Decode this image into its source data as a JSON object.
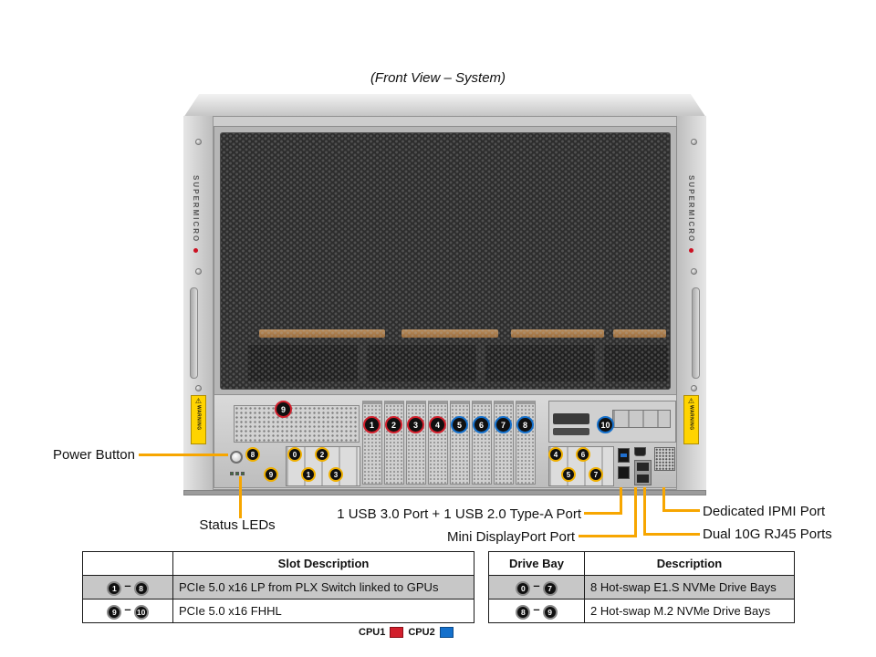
{
  "title": "(Front View – System)",
  "chassis": {
    "brand": "SUPERMICRO",
    "warning": "WARNING",
    "warning_icon": "⚠"
  },
  "callouts": {
    "power_button": "Power Button",
    "status_leds": "Status LEDs",
    "usb_ports": "1 USB 3.0 Port + 1 USB 2.0 Type-A Port",
    "mini_dp": "Mini DisplayPort Port",
    "ipmi": "Dedicated IPMI Port",
    "rj45": "Dual 10G RJ45 Ports"
  },
  "badges": {
    "pcie_slots": [
      {
        "n": "1",
        "color": "red"
      },
      {
        "n": "2",
        "color": "red"
      },
      {
        "n": "3",
        "color": "red"
      },
      {
        "n": "4",
        "color": "red"
      },
      {
        "n": "5",
        "color": "blue"
      },
      {
        "n": "6",
        "color": "blue"
      },
      {
        "n": "7",
        "color": "blue"
      },
      {
        "n": "8",
        "color": "blue"
      }
    ],
    "slot_9": "9",
    "slot_10": "10",
    "m2_bays": [
      "8",
      "9"
    ],
    "drive_bays_left": [
      "0",
      "2",
      "1",
      "3"
    ],
    "drive_bays_right": [
      "4",
      "6",
      "5",
      "7"
    ]
  },
  "slot_table": {
    "header": "Slot Description",
    "rows": [
      {
        "from": "1",
        "sep": "–",
        "to": "8",
        "from_color": "red",
        "to_color": "blue",
        "desc": "PCIe 5.0 x16 LP from PLX Switch linked to GPUs"
      },
      {
        "from": "9",
        "sep": "–",
        "to": "10",
        "from_color": "red",
        "to_color": "blue",
        "desc": "PCIe 5.0 x16 FHHL"
      }
    ]
  },
  "drive_table": {
    "header_bay": "Drive Bay",
    "header_desc": "Description",
    "rows": [
      {
        "from": "0",
        "sep": "–",
        "to": "7",
        "desc": "8 Hot-swap E1.S NVMe Drive Bays"
      },
      {
        "from": "8",
        "sep": "–",
        "to": "9",
        "desc": "2 Hot-swap M.2 NVMe Drive Bays"
      }
    ]
  },
  "legend": {
    "cpu1": "CPU1",
    "cpu2": "CPU2"
  },
  "colors": {
    "cpu1_red": "#d21f2c",
    "cpu2_blue": "#1470cc",
    "bay_yellow": "#f0b000",
    "callout_line": "#f7a600"
  }
}
